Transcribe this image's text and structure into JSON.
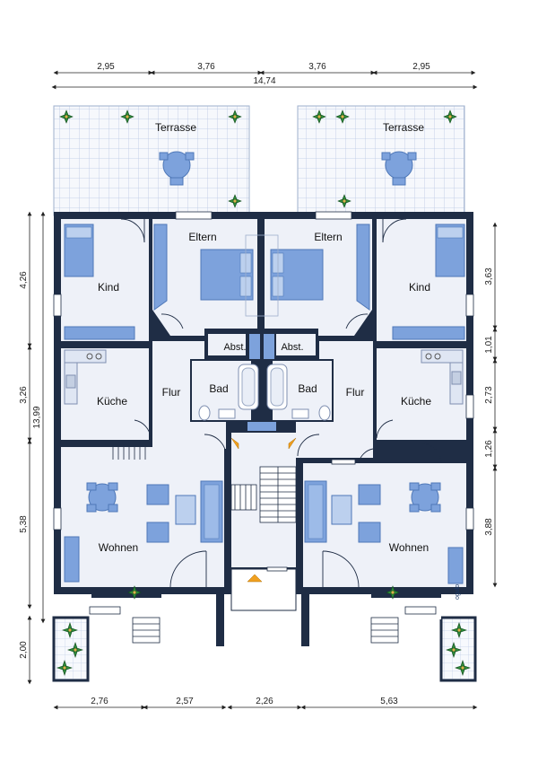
{
  "rooms": {
    "terrasse_left": "Terrasse",
    "terrasse_right": "Terrasse",
    "eltern_left": "Eltern",
    "eltern_right": "Eltern",
    "kind_left": "Kind",
    "kind_right": "Kind",
    "abst_left": "Abst.",
    "abst_right": "Abst.",
    "bad_left": "Bad",
    "bad_right": "Bad",
    "kueche_left": "Küche",
    "kueche_right": "Küche",
    "flur_left": "Flur",
    "flur_right": "Flur",
    "wohnen_left": "Wohnen",
    "wohnen_right": "Wohnen"
  },
  "dimensions": {
    "top_row1": [
      "2,95",
      "3,76",
      "3,76",
      "2,95"
    ],
    "top_total": "14,74",
    "left_outer": "13,99",
    "left_inner": [
      "4,26",
      "3,26",
      "5,38",
      "2,00"
    ],
    "right": [
      "3,63",
      "1,01",
      "2,73",
      "1,26",
      "3,88"
    ],
    "bottom": [
      "2,76",
      "2,57",
      "2,26",
      "5,63"
    ]
  },
  "brand": "ogulo",
  "colors": {
    "wall": "#1f2d45",
    "floor": "#eef1f8",
    "terrace_floor": "#f3f6fb",
    "tile_line": "#b9c8e4",
    "furniture": "#7da2dc",
    "furniture_dark": "#4f78b8",
    "door_arrow": "#f0a020"
  }
}
